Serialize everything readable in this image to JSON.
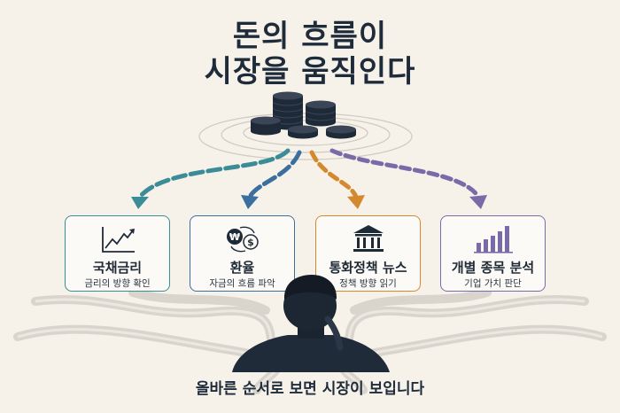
{
  "title": {
    "line1": "돈의 흐름이",
    "line2": "시장을 움직인다"
  },
  "cards": [
    {
      "title": "국채금리",
      "subtitle": "금리의 방향 확인",
      "icon": "line-chart-icon",
      "color": "#3b8c96"
    },
    {
      "title": "환율",
      "subtitle": "자금의 흐름 파악",
      "icon": "currency-exchange-icon",
      "color": "#3a6f9e"
    },
    {
      "title": "통화정책 뉴스",
      "subtitle": "정책 방향 읽기",
      "icon": "bank-icon",
      "color": "#d4892e"
    },
    {
      "title": "개별 종목 분석",
      "subtitle": "기업 가치 판단",
      "icon": "bar-chart-icon",
      "color": "#7a6aa8"
    }
  ],
  "icons": {
    "won_symbol": "₩",
    "dollar_symbol": "$"
  },
  "caption": "올바른 순서로 보면 시장이 보입니다"
}
